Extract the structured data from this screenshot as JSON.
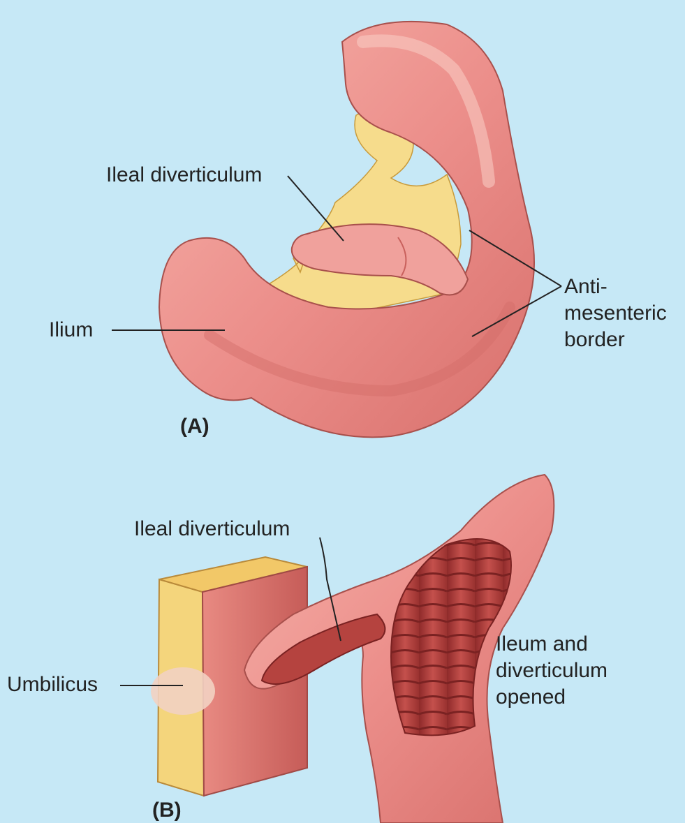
{
  "figure": {
    "background_color": "#c6e8f6",
    "colors": {
      "tissue_pink": "#ec8f8b",
      "tissue_dark": "#c8605c",
      "fat_yellow": "#f6dc8c",
      "lumen_red": "#b23c3c"
    },
    "panel_a": {
      "panel_label": "(A)",
      "labels": {
        "ileal_diverticulum": "Ileal diverticulum",
        "ilium": "Ilium",
        "antimesenteric_line1": "Anti-",
        "antimesenteric_line2": "mesenteric",
        "antimesenteric_line3": "border"
      }
    },
    "panel_b": {
      "panel_label": "(B)",
      "labels": {
        "ileal_diverticulum": "Ileal diverticulum",
        "umbilicus": "Umbilicus",
        "opened_line1": "Ileum and",
        "opened_line2": "diverticulum",
        "opened_line3": "opened"
      }
    }
  }
}
